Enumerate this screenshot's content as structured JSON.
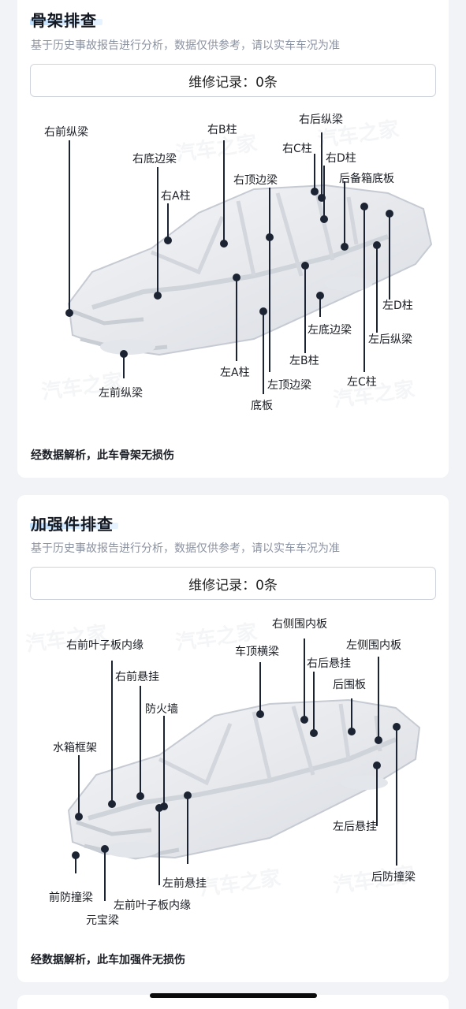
{
  "frame_section": {
    "title": "骨架排查",
    "subtitle": "基于历史事故报告进行分析，数据仅供参考，请以实车车况为准",
    "record": "维修记录：0条",
    "verdict": "经数据解析，此车骨架无损伤",
    "labels": [
      "右前纵梁",
      "右底边梁",
      "右A柱",
      "右B柱",
      "右顶边梁",
      "右C柱",
      "右后纵梁",
      "右D柱",
      "后备箱底板",
      "左D柱",
      "左后纵梁",
      "左底边梁",
      "左B柱",
      "左C柱",
      "左顶边梁",
      "底板",
      "左A柱",
      "左前纵梁"
    ]
  },
  "reinforcement_section": {
    "title": "加强件排查",
    "subtitle": "基于历史事故报告进行分析，数据仅供参考，请以实车车况为准",
    "record": "维修记录：0条",
    "verdict": "经数据解析，此车加强件无损伤",
    "labels": [
      "右前叶子板内缘",
      "右前悬挂",
      "防火墙",
      "水箱框架",
      "车顶横梁",
      "右侧围内板",
      "右后悬挂",
      "左侧围内板",
      "后围板",
      "左后悬挂",
      "后防撞梁",
      "左前悬挂",
      "左前叶子板内缘",
      "前防撞梁",
      "元宝梁"
    ]
  },
  "watermark_text": "汽车之家"
}
